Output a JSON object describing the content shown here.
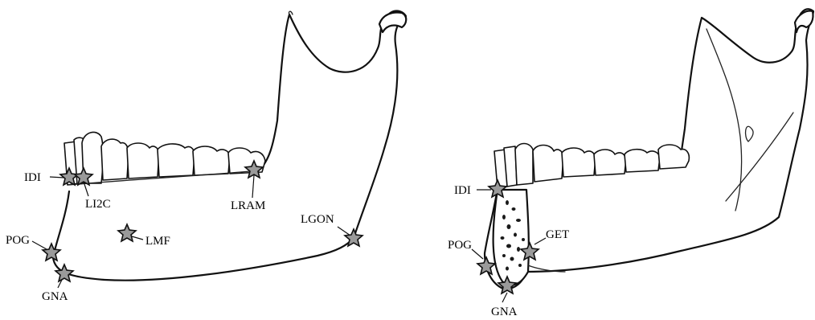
{
  "left_figure": {
    "landmarks": [
      {
        "id": "idi",
        "label": "IDI"
      },
      {
        "id": "li2c",
        "label": "LI2C"
      },
      {
        "id": "lram",
        "label": "LRAM"
      },
      {
        "id": "lgon",
        "label": "LGON"
      },
      {
        "id": "lmf",
        "label": "LMF"
      },
      {
        "id": "pog",
        "label": "POG"
      },
      {
        "id": "gna",
        "label": "GNA"
      }
    ]
  },
  "right_figure": {
    "landmarks": [
      {
        "id": "idi",
        "label": "IDI"
      },
      {
        "id": "get",
        "label": "GET"
      },
      {
        "id": "pog",
        "label": "POG"
      },
      {
        "id": "gna",
        "label": "GNA"
      }
    ]
  },
  "colors": {
    "star_fill": "#9a9a9a",
    "outline": "#111111"
  }
}
